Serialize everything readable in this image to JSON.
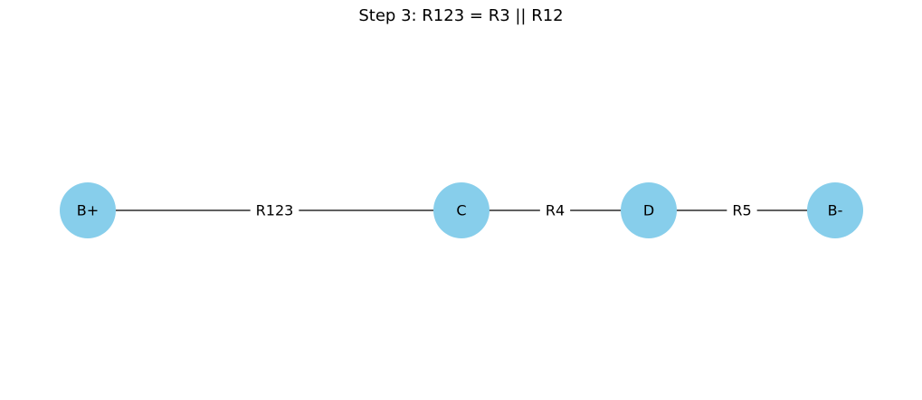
{
  "title": "Step 3: R123 = R3 || R12",
  "node_color": "#87ceeb",
  "edge_color": "#000000",
  "nodes": [
    {
      "id": "Bplus",
      "label": "B+"
    },
    {
      "id": "C",
      "label": "C"
    },
    {
      "id": "D",
      "label": "D"
    },
    {
      "id": "Bminus",
      "label": "B-"
    }
  ],
  "edges": [
    {
      "from": "Bplus",
      "to": "C",
      "label": "R123"
    },
    {
      "from": "C",
      "to": "D",
      "label": "R4"
    },
    {
      "from": "D",
      "to": "Bminus",
      "label": "R5"
    }
  ]
}
